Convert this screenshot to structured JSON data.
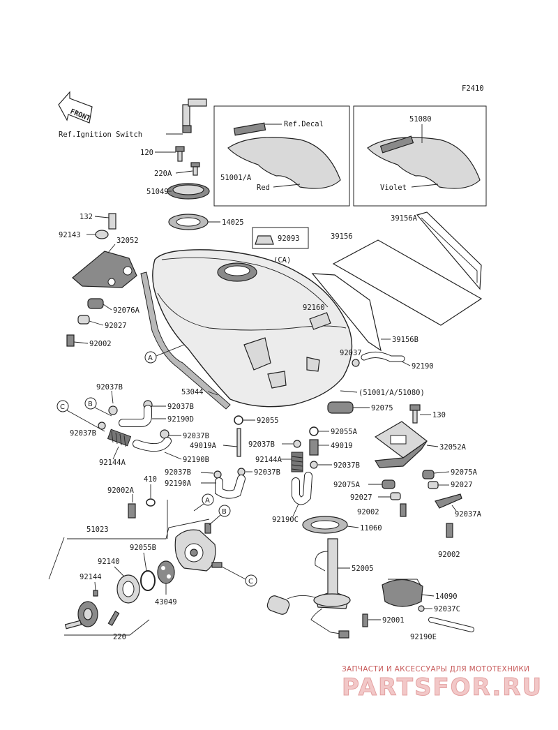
{
  "page_code": "F2410",
  "front_label": "FRONT",
  "circle_markers": {
    "A": "A",
    "B": "B",
    "C": "C"
  },
  "labels": {
    "ref_ignition": "Ref.Ignition Switch",
    "ref_decal": "Ref.Decal",
    "p51001a": "51001/A",
    "red": "Red",
    "p51080": "51080",
    "violet": "Violet",
    "p120": "120",
    "p220a": "220A",
    "p51049": "51049",
    "p14025": "14025",
    "p132": "132",
    "p92143": "92143",
    "p32052": "32052",
    "p92093": "92093",
    "ca": "(CA)",
    "p39156a": "39156A",
    "p39156": "39156",
    "p92076a": "92076A",
    "p92027": "92027",
    "p92002": "92002",
    "p92160": "92160",
    "p39156b": "39156B",
    "p92037": "92037",
    "p92190": "92190",
    "p92037b_1": "92037B",
    "p53044": "53044",
    "combo": "(51001/A/51080)",
    "p92037b_2": "92037B",
    "p92075": "92075",
    "p92190d": "92190D",
    "p92055": "92055",
    "p130": "130",
    "p92037b_3": "92037B",
    "p92037b_4": "92037B",
    "p92055a": "92055A",
    "p49019a": "49019A",
    "p92037b_5": "92037B",
    "p49019": "49019",
    "p32052a": "32052A",
    "p92144a_1": "92144A",
    "p92190b": "92190B",
    "p92144a_2": "92144A",
    "p92037b_6": "92037B",
    "p92037b_7": "92037B",
    "p92037b_8": "92037B",
    "p92075a_1": "92075A",
    "p410": "410",
    "p92190a": "92190A",
    "p92075a_2": "92075A",
    "p92027_2": "92027",
    "p92002a": "92002A",
    "p92027_3": "92027",
    "p92037a": "92037A",
    "p92002_2": "92002",
    "p92190c": "92190C",
    "p11060": "11060",
    "p51023": "51023",
    "p92055b": "92055B",
    "p92002_3": "92002",
    "p92140": "92140",
    "p92144": "92144",
    "p43049": "43049",
    "p52005": "52005",
    "p14090": "14090",
    "p92037c": "92037C",
    "p92001": "92001",
    "p220": "220",
    "p92190e": "92190E"
  },
  "watermark": {
    "caption": "ЗАПЧАСТИ И АКСЕССУАРЫ ДЛЯ МОТОТЕХНИКИ",
    "logo": "PARTSFOR.RU"
  }
}
